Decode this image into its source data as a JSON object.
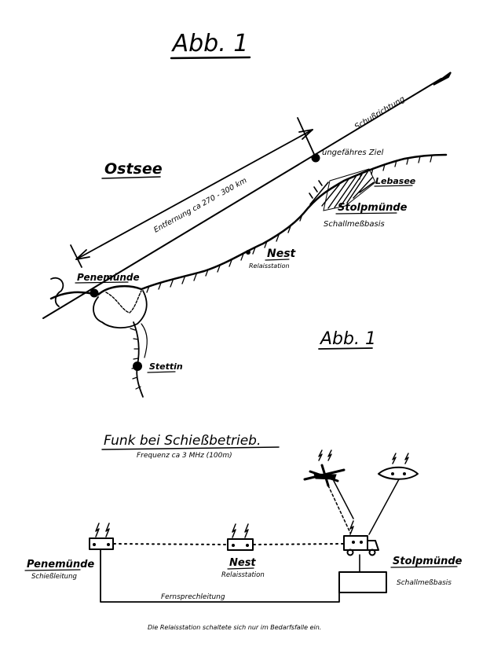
{
  "title_top": "Abb. 1",
  "map": {
    "sea_label": "Ostsee",
    "distance_label": "Entfernung ca 270 - 300 km",
    "direction_label": "Schußrichtung",
    "target_label": "ungefähres Ziel",
    "lake_label": "Lebasee",
    "place_stolpmuende": "Stolpmünde",
    "sound_base_label": "Schallmeßbasis",
    "nest_label": "Nest",
    "relay_label": "Relaisstation",
    "peenemuende_label": "Penemünde",
    "stettin_label": "Stettin",
    "figure_label": "Abb. 1"
  },
  "radio": {
    "title": "Funk bei Schießbetrieb.",
    "frequency": "Frequenz ca 3 MHz (100m)",
    "left_station": "Penemünde",
    "left_sub": "Schießleitung",
    "middle_station": "Nest",
    "middle_sub": "Relaisstation",
    "right_station": "Stolpmünde",
    "right_sub": "Schallmeßbasis",
    "phone_line": "Fernsprechleitung",
    "footnote": "Die Relaisstation schaltete sich nur im Bedarfsfalle ein."
  }
}
